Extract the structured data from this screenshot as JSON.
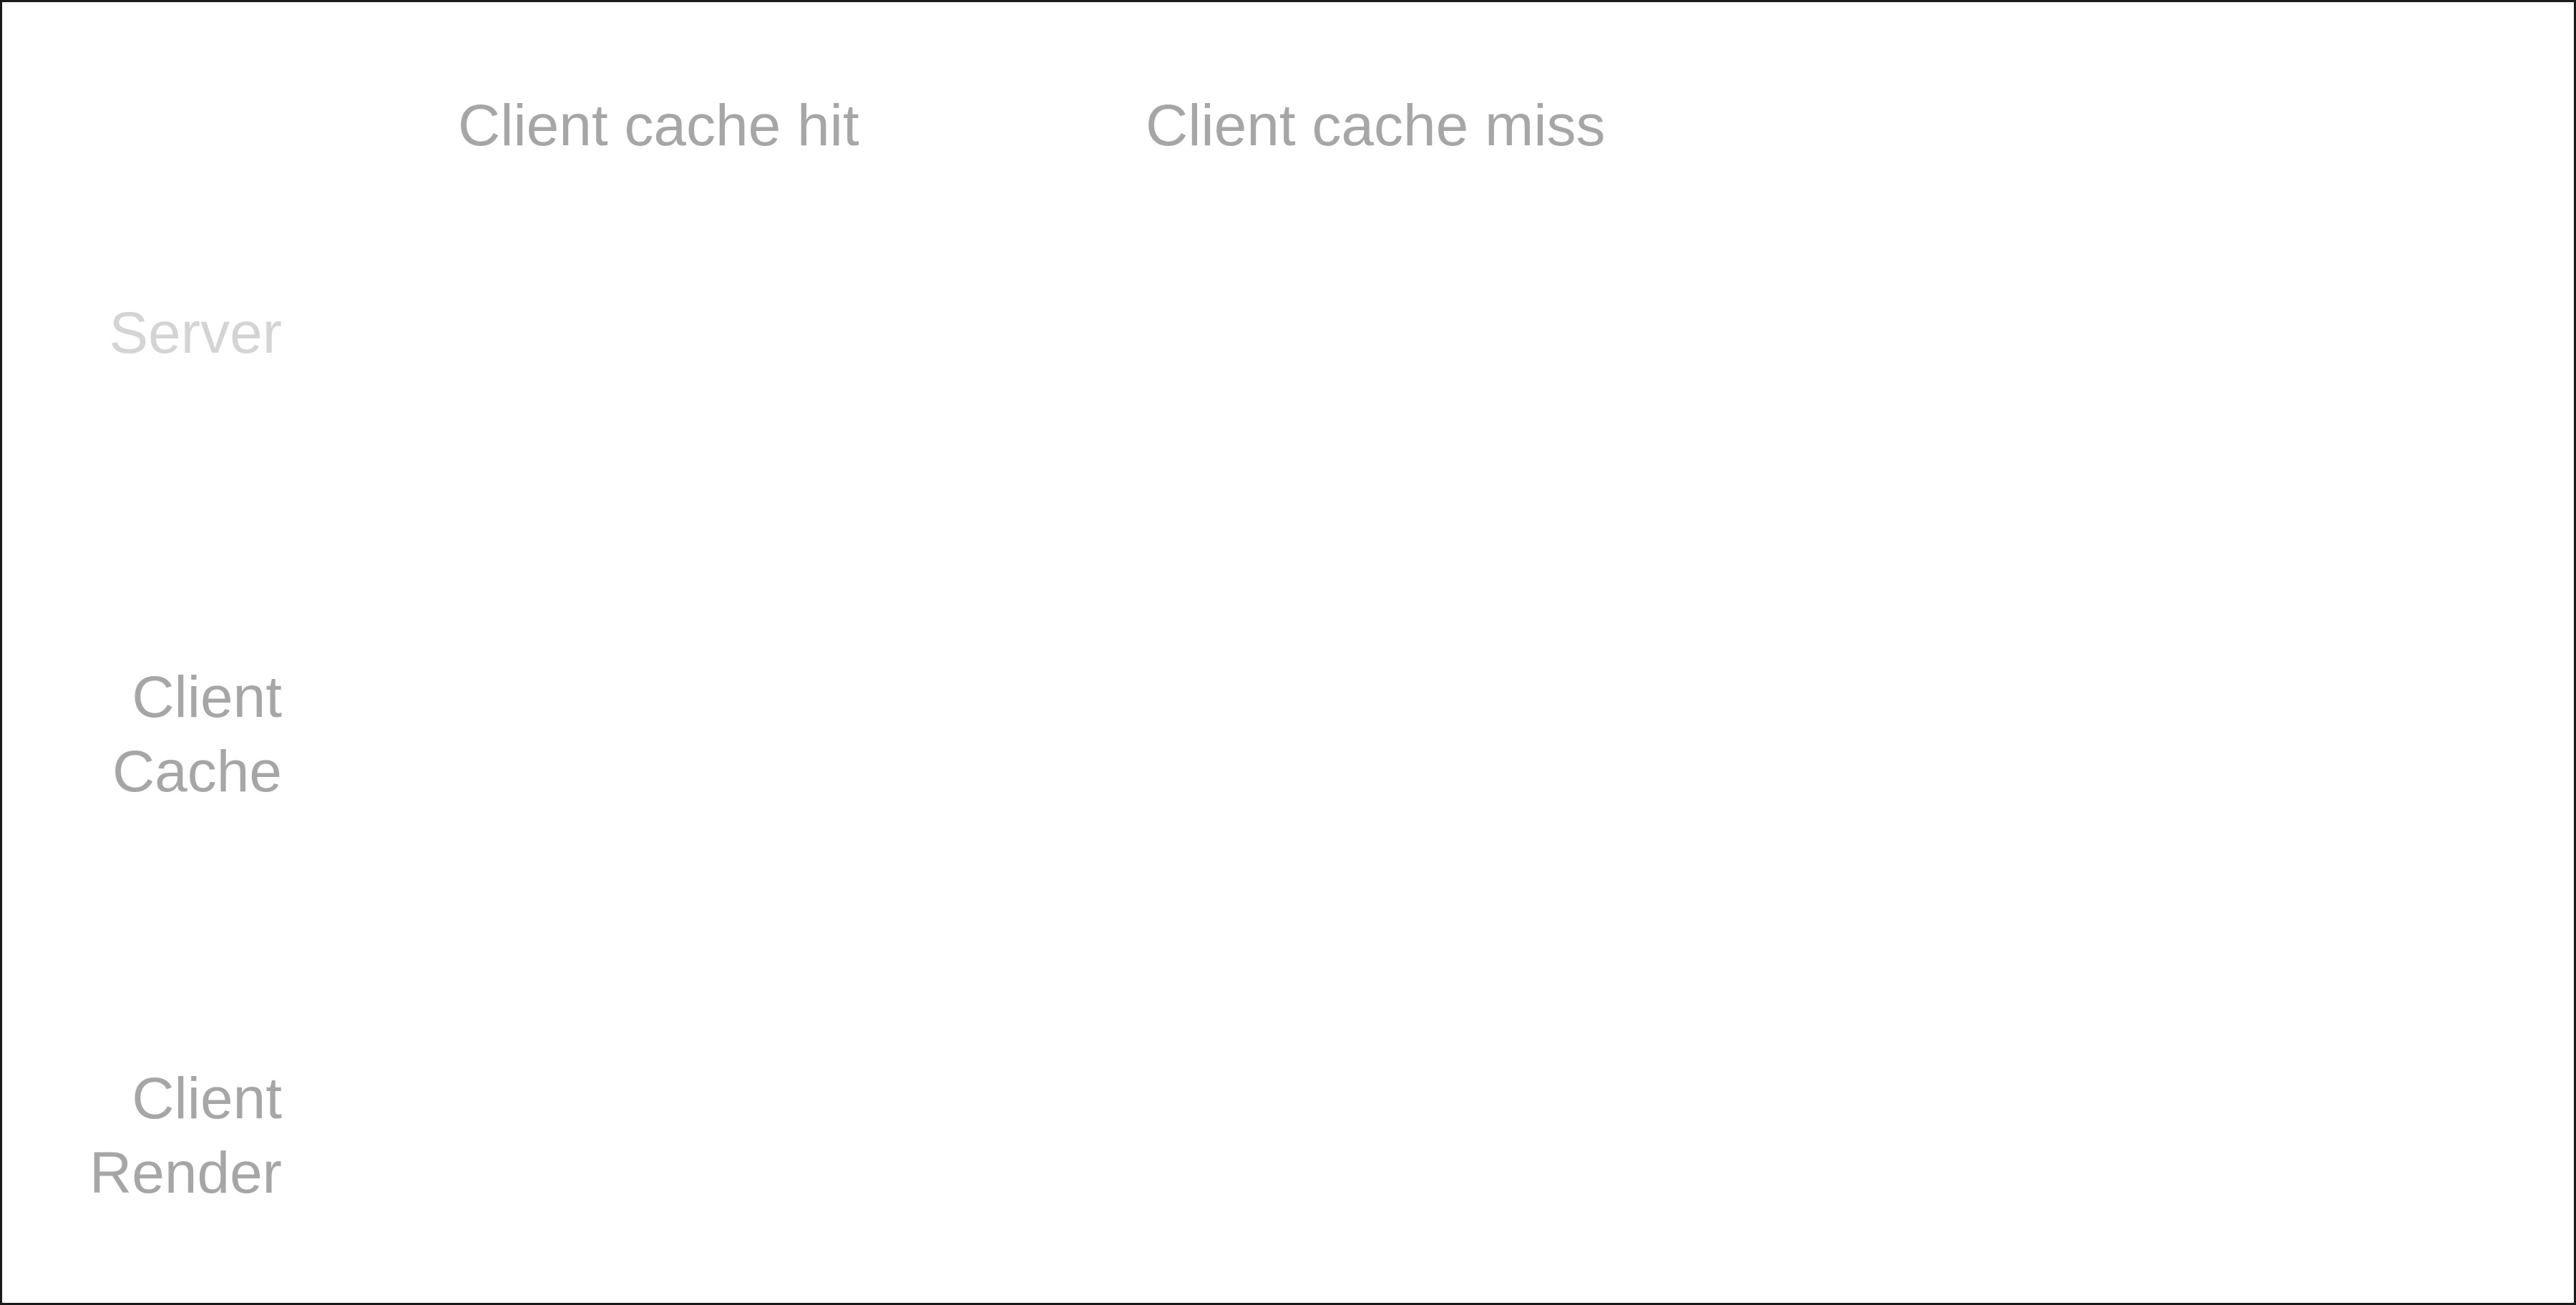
{
  "columns": {
    "hit": "Client cache hit",
    "miss": "Client cache miss"
  },
  "rows": {
    "server": "Server",
    "cache": [
      "Client",
      "Cache"
    ],
    "render": [
      "Client",
      "Render"
    ]
  },
  "colors": {
    "border": "#1a1a1a",
    "label": "#a6a6a6",
    "label_faded": "#d4d4d4",
    "background": "#ffffff"
  }
}
